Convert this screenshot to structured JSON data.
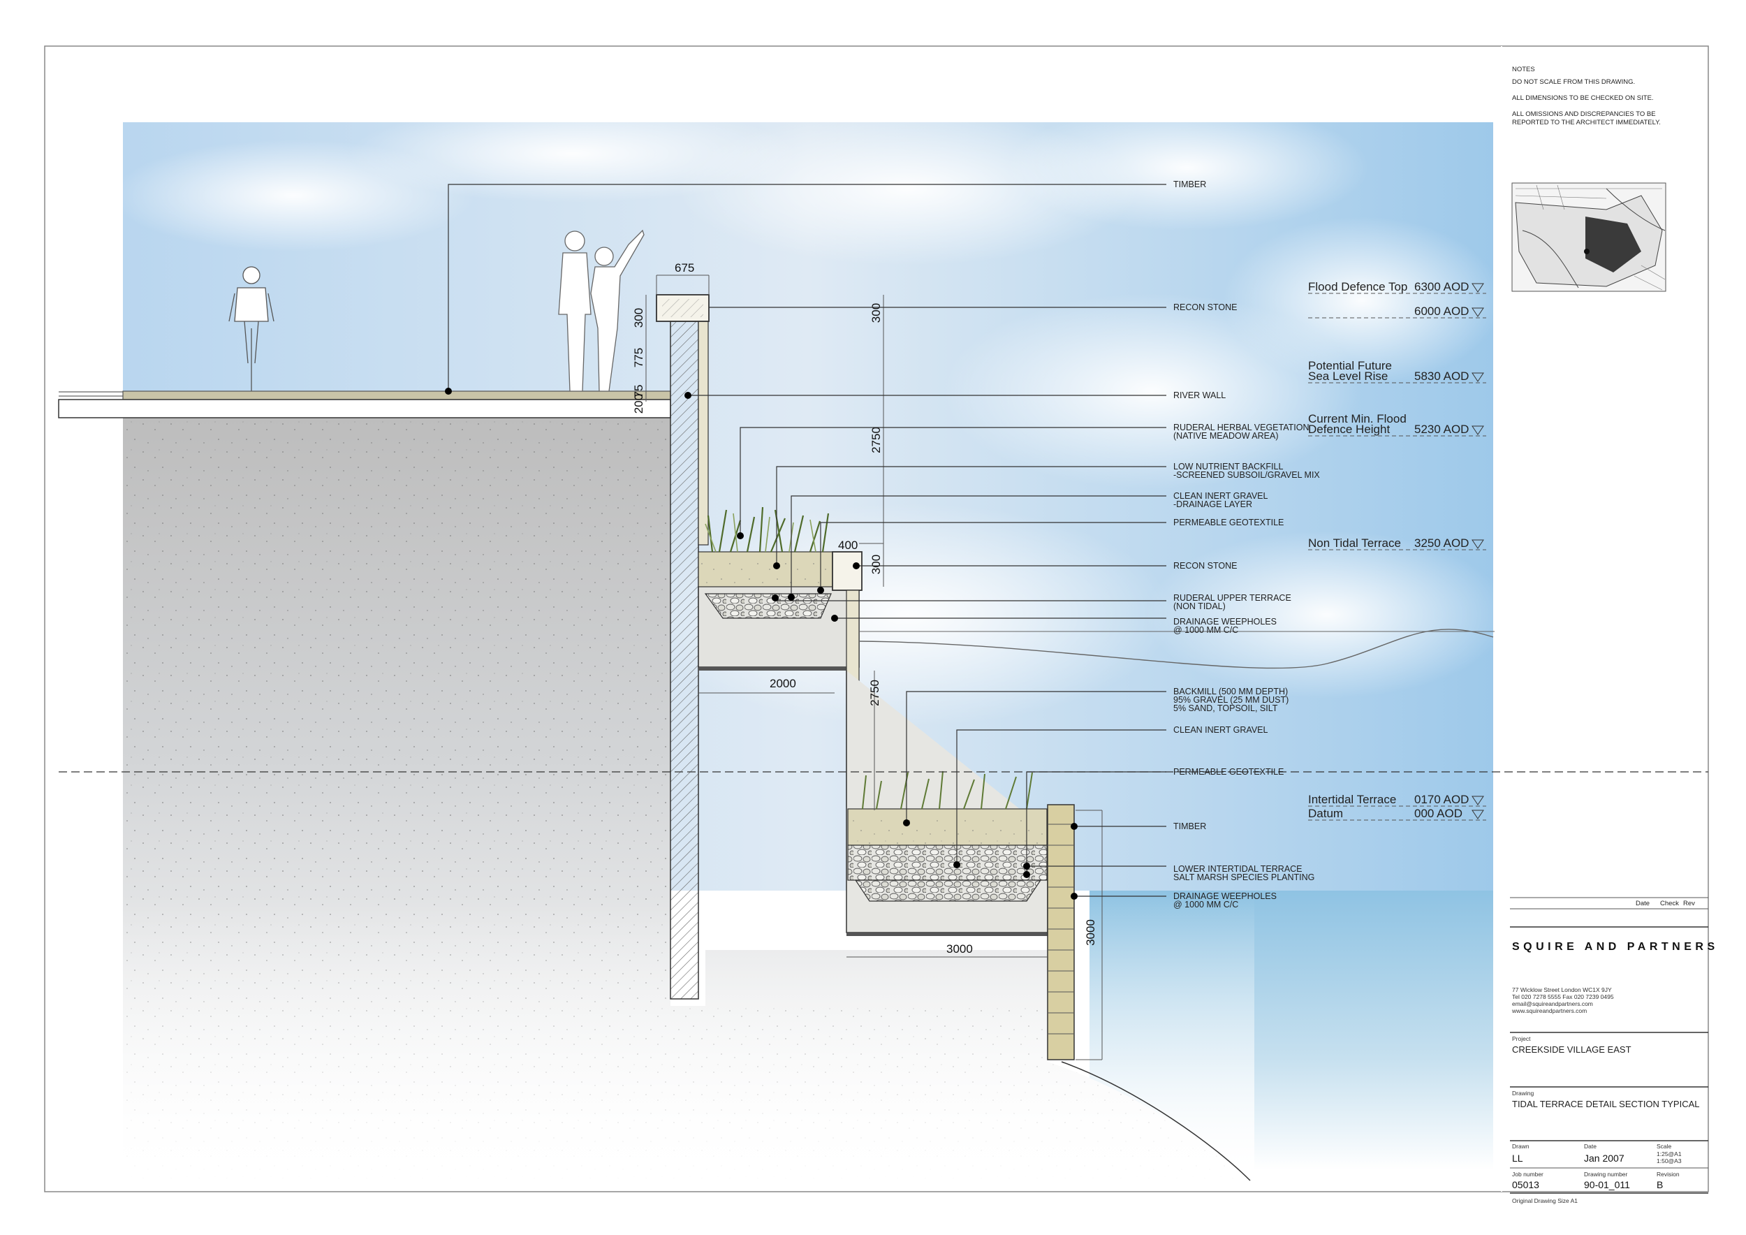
{
  "notes": {
    "heading": "NOTES",
    "lines": [
      "DO NOT SCALE FROM THIS DRAWING.",
      "ALL DIMENSIONS TO BE CHECKED ON SITE.",
      "ALL OMISSIONS AND DISCREPANCIES TO BE",
      "REPORTED  TO THE ARCHITECT IMMEDIATELY."
    ]
  },
  "labels": [
    {
      "id": "timber-top",
      "text": [
        "TIMBER"
      ]
    },
    {
      "id": "recon-stone-top",
      "text": [
        "RECON STONE"
      ]
    },
    {
      "id": "river-wall",
      "text": [
        "RIVER WALL"
      ]
    },
    {
      "id": "ruderal-herbal",
      "text": [
        "RUDERAL HERBAL VEGETATION",
        "(NATIVE MEADOW AREA)"
      ]
    },
    {
      "id": "low-nutrient",
      "text": [
        "LOW NUTRIENT BACKFILL",
        "-SCREENED SUBSOIL/GRAVEL MIX"
      ]
    },
    {
      "id": "clean-gravel-upper",
      "text": [
        "CLEAN INERT GRAVEL",
        "-DRAINAGE LAYER"
      ]
    },
    {
      "id": "geotextile-upper",
      "text": [
        "PERMEABLE GEOTEXTILE"
      ]
    },
    {
      "id": "recon-stone-mid",
      "text": [
        "RECON STONE"
      ]
    },
    {
      "id": "ruderal-upper-terrace",
      "text": [
        "RUDERAL UPPER TERRACE",
        "(NON TIDAL)"
      ]
    },
    {
      "id": "weepholes-upper",
      "text": [
        "DRAINAGE WEEPHOLES",
        "@ 1000 MM C/C"
      ]
    },
    {
      "id": "backmill",
      "text": [
        "BACKMILL (500 MM DEPTH)",
        "95% GRAVEL (25 MM DUST)",
        "5% SAND, TOPSOIL, SILT"
      ]
    },
    {
      "id": "clean-gravel-lower",
      "text": [
        "CLEAN INERT GRAVEL"
      ]
    },
    {
      "id": "geotextile-lower",
      "text": [
        "PERMEABLE GEOTEXTILE"
      ]
    },
    {
      "id": "timber-lower",
      "text": [
        "TIMBER"
      ]
    },
    {
      "id": "lower-intertidal",
      "text": [
        "LOWER INTERTIDAL TERRACE",
        "SALT MARSH SPECIES PLANTING"
      ]
    },
    {
      "id": "weepholes-lower",
      "text": [
        "DRAINAGE WEEPHOLES",
        "@ 1000 MM C/C"
      ]
    }
  ],
  "levels": [
    {
      "name": [
        "Flood Defence Top"
      ],
      "value": "6300 AOD"
    },
    {
      "name": [],
      "value": "6000 AOD"
    },
    {
      "name": [
        "Potential Future",
        "Sea Level Rise"
      ],
      "value": "5830 AOD"
    },
    {
      "name": [
        "Current Min. Flood",
        "Defence Height"
      ],
      "value": "5230 AOD"
    },
    {
      "name": [
        "Non Tidal Terrace"
      ],
      "value": "3250 AOD"
    },
    {
      "name": [
        "Intertidal Terrace"
      ],
      "value": "0170 AOD"
    },
    {
      "name": [
        "Datum"
      ],
      "value": "000 AOD"
    }
  ],
  "dimensions": {
    "d675": "675",
    "d300a": "300",
    "d775": "775",
    "d200": "200",
    "d75": "75",
    "d300b": "300",
    "d2750a": "2750",
    "d400": "400",
    "d300c": "300",
    "d2000": "2000",
    "d2750b": "2750",
    "d3000a": "3000",
    "d3000b": "3000"
  },
  "revision_header": {
    "date": "Date",
    "check": "Check",
    "rev": "Rev"
  },
  "firm": {
    "name": "SQUIRE AND PARTNERS",
    "address": [
      "77 Wicklow Street   London WC1X 9JY",
      "Tel 020 7278 5555  Fax 020 7239 0495",
      "email@squireandpartners.com",
      "www.squireandpartners.com"
    ]
  },
  "project": {
    "label": "Project",
    "value": "CREEKSIDE VILLAGE EAST"
  },
  "drawing": {
    "label": "Drawing",
    "value": "TIDAL TERRACE DETAIL SECTION TYPICAL"
  },
  "meta": {
    "drawn_label": "Drawn",
    "drawn": "LL",
    "date_label": "Date",
    "date": "Jan 2007",
    "scale_label": "Scale",
    "scale": [
      "1:25@A1",
      "1:50@A3"
    ],
    "job_label": "Job number",
    "job": "05013",
    "dwg_label": "Drawing number",
    "dwg": "90-01_011",
    "rev_label": "Revision",
    "rev": "B"
  },
  "original_size": "Original Drawing Size A1"
}
